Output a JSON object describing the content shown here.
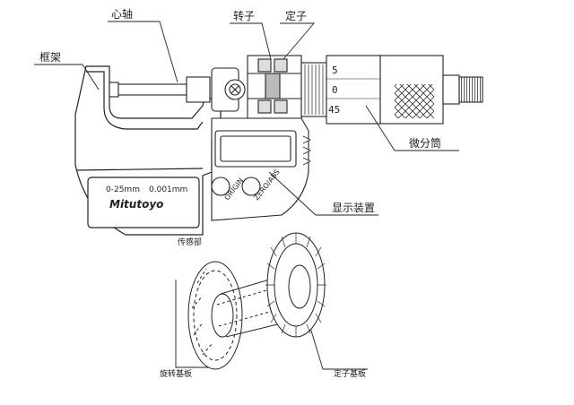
{
  "labels": {
    "spindle": "心轴",
    "rotor": "转子",
    "stator": "定子",
    "frame": "框架",
    "thimble": "微分筒",
    "display": "显示装置",
    "sensor": "传感部",
    "rotating_plate": "旋转基板",
    "stator_plate": "定子基板"
  },
  "micrometer": {
    "range_text": "0-25mm",
    "resolution_text": "0.001mm",
    "brand": "Mitutoyo",
    "thimble_scale": [
      "5",
      "0",
      "45"
    ],
    "button_left": "ORIGIN",
    "button_right": "ZERO/ABS"
  }
}
